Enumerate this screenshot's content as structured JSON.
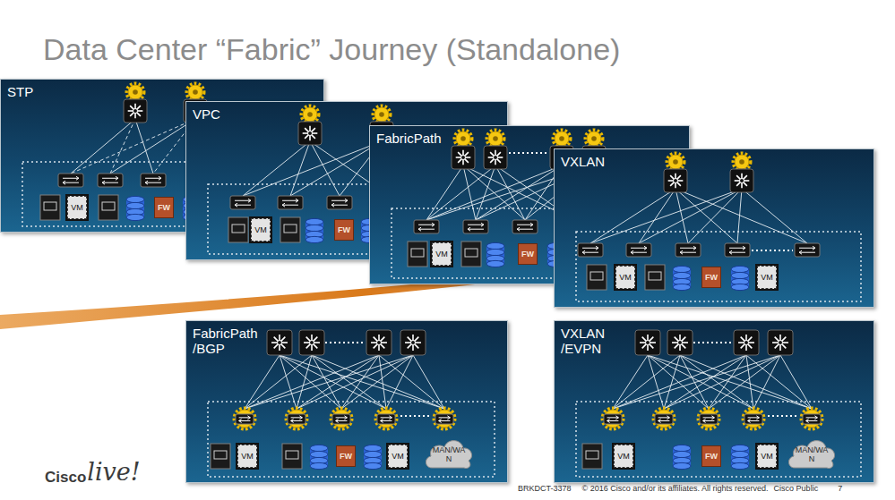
{
  "diagram": {
    "title": "Data Center “Fabric” Journey (Standalone)",
    "nodes": [
      {
        "text": [
          "STP"
        ]
      },
      {
        "text": [
          "VM"
        ],
        "in": 0
      },
      {
        "text": [
          "FW"
        ],
        "in": 0
      },
      {
        "text": [
          "VPC"
        ]
      },
      {
        "text": [
          "VM"
        ],
        "in": 3
      },
      {
        "text": [
          "FW"
        ],
        "in": 3
      },
      {
        "text": [
          "FabricPath"
        ]
      },
      {
        "text": [
          "VM"
        ],
        "in": 6
      },
      {
        "text": [
          "FW"
        ],
        "in": 6
      },
      {
        "text": [
          "VXLAN"
        ]
      },
      {
        "text": [
          "VM"
        ],
        "in": 9
      },
      {
        "text": [
          "FW"
        ],
        "in": 9
      },
      {
        "text": [
          "VM"
        ],
        "in": 9
      },
      {
        "text": [
          "FabricPath /BGP"
        ]
      },
      {
        "text": [
          "VM"
        ],
        "in": 13
      },
      {
        "text": [
          "FW"
        ],
        "in": 13
      },
      {
        "text": [
          "VM"
        ],
        "in": 13
      },
      {
        "text": [
          "MAN/WAN"
        ],
        "in": 13
      },
      {
        "text": [
          "VXLAN /EVPN"
        ]
      },
      {
        "text": [
          "VM"
        ],
        "in": 18
      },
      {
        "text": [
          "FW"
        ],
        "in": 18
      },
      {
        "text": [
          "VM"
        ],
        "in": 18
      },
      {
        "text": [
          "MAN/WAN"
        ],
        "in": 18
      }
    ],
    "labels": [
      "Cisco",
      "live!",
      "BRKDCT-3378",
      "© 2016 Cisco and/or its affiliates. All rights reserved.",
      "Cisco Public",
      "7"
    ]
  }
}
